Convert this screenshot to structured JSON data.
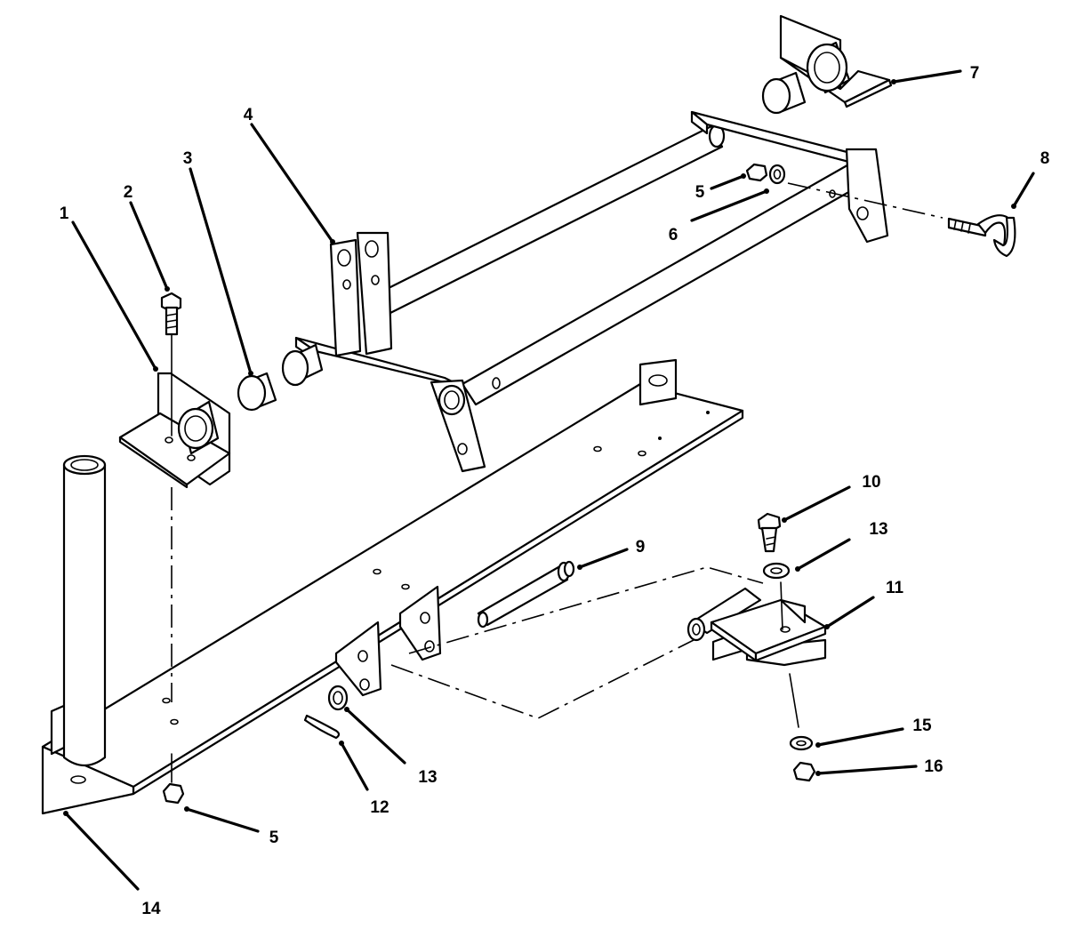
{
  "diagram": {
    "callouts": [
      {
        "id": "c1",
        "label": "1"
      },
      {
        "id": "c2",
        "label": "2"
      },
      {
        "id": "c3",
        "label": "3"
      },
      {
        "id": "c4",
        "label": "4"
      },
      {
        "id": "c5a",
        "label": "5"
      },
      {
        "id": "c6",
        "label": "6"
      },
      {
        "id": "c7",
        "label": "7"
      },
      {
        "id": "c8",
        "label": "8"
      },
      {
        "id": "c9",
        "label": "9"
      },
      {
        "id": "c10",
        "label": "10"
      },
      {
        "id": "c13a",
        "label": "13"
      },
      {
        "id": "c11",
        "label": "11"
      },
      {
        "id": "c15",
        "label": "15"
      },
      {
        "id": "c16",
        "label": "16"
      },
      {
        "id": "c13b",
        "label": "13"
      },
      {
        "id": "c12",
        "label": "12"
      },
      {
        "id": "c5b",
        "label": "5"
      },
      {
        "id": "c14",
        "label": "14"
      }
    ]
  }
}
